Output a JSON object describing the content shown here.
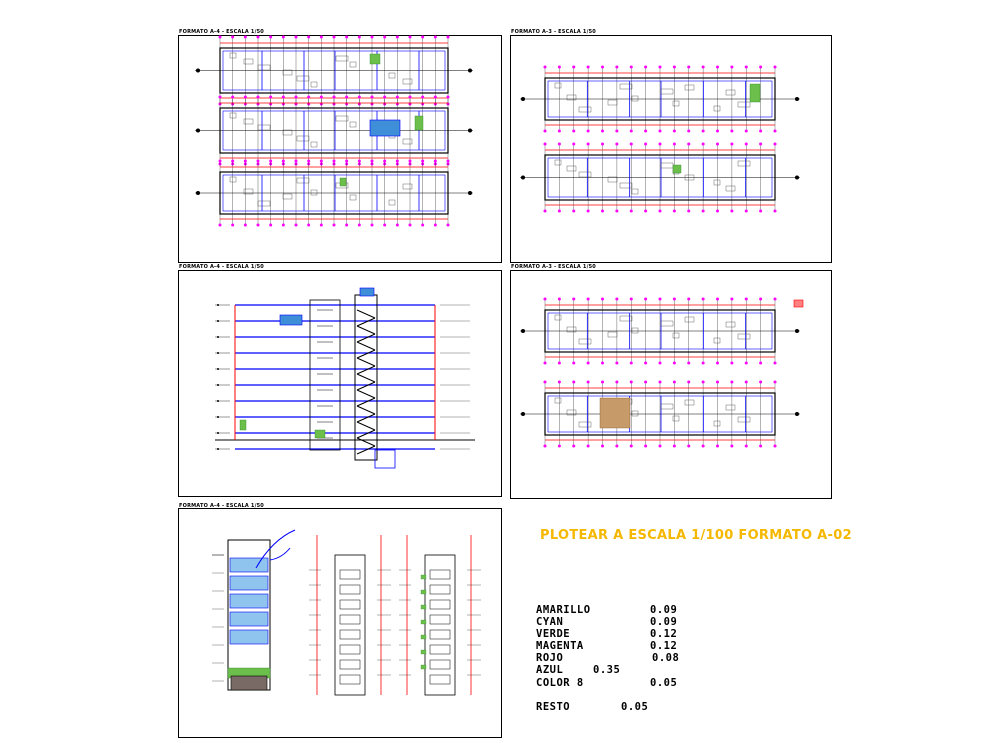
{
  "sheets": [
    {
      "title": "FORMATO A-4 - ESCALA 1/50"
    },
    {
      "title": "FORMATO A-3 - ESCALA 1/50"
    },
    {
      "title": "FORMATO A-4 - ESCALA 1/50"
    },
    {
      "title": "FORMATO A-3 - ESCALA 1/50"
    },
    {
      "title": "FORMATO A-4 - ESCALA 1/50"
    }
  ],
  "plot_instruction": "PLOTEAR A ESCALA 1/100 FORMATO A-02",
  "pen_table": [
    {
      "color": "AMARILLO",
      "width": "0.09"
    },
    {
      "color": "CYAN",
      "width": "0.09"
    },
    {
      "color": "VERDE",
      "width": "0.12"
    },
    {
      "color": "MAGENTA",
      "width": "0.12"
    },
    {
      "color": "ROJO",
      "width": "0.08"
    },
    {
      "color": "AZUL",
      "width": "0.35"
    },
    {
      "color": "COLOR 8",
      "width": "0.05"
    },
    {
      "color": "RESTO",
      "width": "0.05"
    }
  ],
  "colors": {
    "accent": "#f5b800",
    "red": "#ff0000",
    "magenta": "#ff00ff",
    "blue": "#0000ff",
    "green": "#2e8b2e",
    "cyan": "#00c8ff"
  }
}
